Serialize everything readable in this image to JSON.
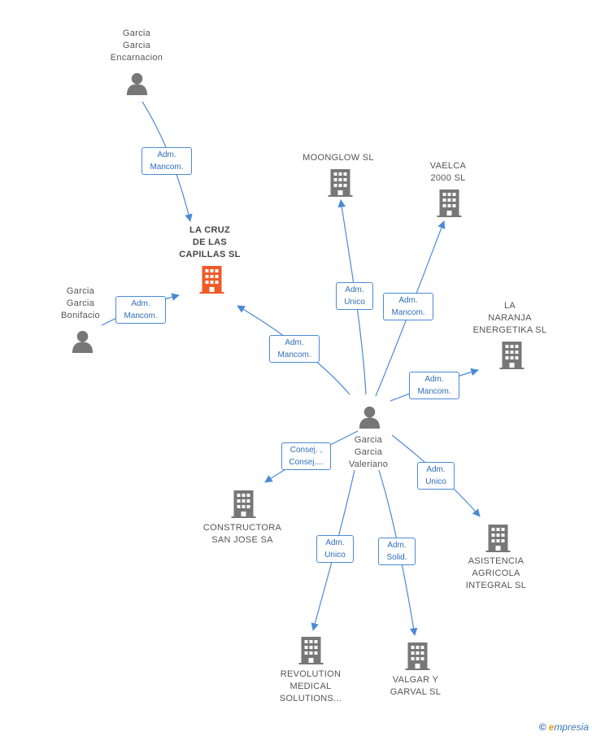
{
  "nodes": {
    "garcia_encarnacion": {
      "lines": [
        "Garcia",
        "Garcia",
        "Encarnacion"
      ],
      "kind": "person"
    },
    "la_cruz": {
      "lines": [
        "LA CRUZ",
        "DE LAS",
        "CAPILLAS SL"
      ],
      "kind": "company-main"
    },
    "garcia_bonifacio": {
      "lines": [
        "Garcia",
        "Garcia",
        "Bonifacio"
      ],
      "kind": "person"
    },
    "moonglow": {
      "lines": [
        "MOONGLOW SL"
      ],
      "kind": "company"
    },
    "vaelca": {
      "lines": [
        "VAELCA",
        "2000 SL"
      ],
      "kind": "company"
    },
    "la_naranja": {
      "lines": [
        "LA",
        "NARANJA",
        "ENERGETIKA SL"
      ],
      "kind": "company"
    },
    "garcia_valeriano": {
      "lines": [
        "Garcia",
        "Garcia",
        "Valeriano"
      ],
      "kind": "person"
    },
    "constructora": {
      "lines": [
        "CONSTRUCTORA",
        "SAN JOSE SA"
      ],
      "kind": "company"
    },
    "asistencia": {
      "lines": [
        "ASISTENCIA",
        "AGRICOLA",
        "INTEGRAL SL"
      ],
      "kind": "company"
    },
    "revolution": {
      "lines": [
        "REVOLUTION",
        "MEDICAL",
        "SOLUTIONS..."
      ],
      "kind": "company"
    },
    "valgar": {
      "lines": [
        "VALGAR Y",
        "GARVAL SL"
      ],
      "kind": "company"
    }
  },
  "edges": [
    {
      "id": "e1",
      "lines": [
        "Adm.",
        "Mancom."
      ]
    },
    {
      "id": "e2",
      "lines": [
        "Adm.",
        "Mancom."
      ]
    },
    {
      "id": "e3",
      "lines": [
        "Adm.",
        "Mancom."
      ]
    },
    {
      "id": "e4",
      "lines": [
        "Adm.",
        "Unico"
      ]
    },
    {
      "id": "e5",
      "lines": [
        "Adm.",
        "Mancom."
      ]
    },
    {
      "id": "e6",
      "lines": [
        "Adm.",
        "Mancom."
      ]
    },
    {
      "id": "e7",
      "lines": [
        "Consej. ,",
        "Consej...."
      ]
    },
    {
      "id": "e8",
      "lines": [
        "Adm.",
        "Unico"
      ]
    },
    {
      "id": "e9",
      "lines": [
        "Adm.",
        "Unico"
      ]
    },
    {
      "id": "e10",
      "lines": [
        "Adm.",
        "Solid."
      ]
    }
  ],
  "colors": {
    "edge": "#4a8ad6",
    "icon": "#777777",
    "main_icon": "#f05a28"
  },
  "footer": {
    "copyright": "©",
    "brand_initial": "e",
    "brand_rest": "mpresia"
  }
}
